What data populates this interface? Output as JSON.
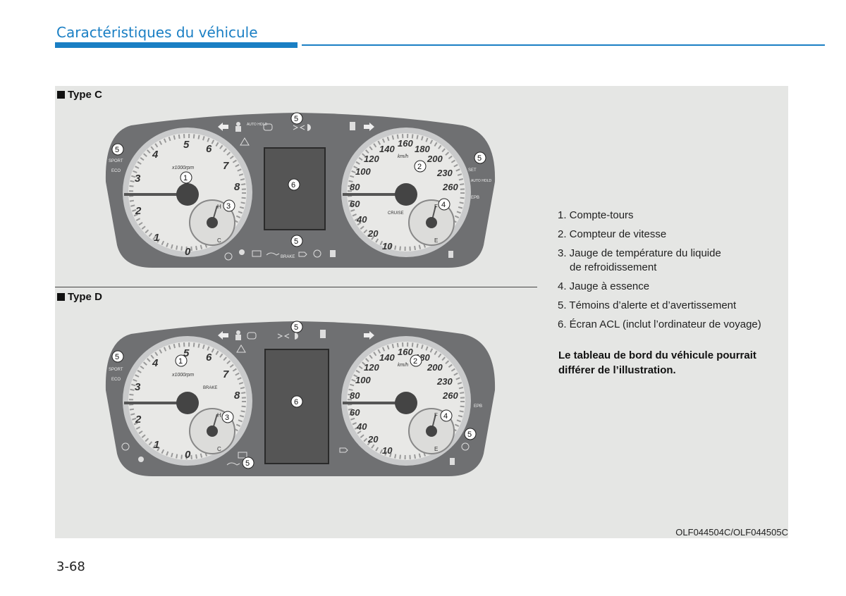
{
  "header": {
    "title": "Caractéristiques du véhicule"
  },
  "figure": {
    "type_c_label": "Type C",
    "type_d_label": "Type D",
    "code": "OLF044504C/OLF044505C",
    "tach_unit": "x1000rpm",
    "tach_numbers": [
      "0",
      "1",
      "2",
      "3",
      "4",
      "5",
      "6",
      "7",
      "8"
    ],
    "speed_unit": "km/h",
    "speed_numbers": [
      "10",
      "20",
      "40",
      "60",
      "80",
      "100",
      "120",
      "140",
      "160",
      "180",
      "200",
      "230",
      "260"
    ],
    "callouts": {
      "c1": "1",
      "c2": "2",
      "c3": "3",
      "c4": "4",
      "c5": "5",
      "c6": "6"
    },
    "indicator_labels": {
      "auto_hold": "AUTO HOLD",
      "sport": "SPORT",
      "eco": "ECO",
      "cruise": "CRUISE",
      "set": "SET",
      "epb": "EPB",
      "brake": "BRAKE",
      "temp_h": "H",
      "temp_c": "C",
      "fuel_f": "F",
      "fuel_e": "E"
    },
    "icons": [
      "arrow-left-icon",
      "seatbelt-icon",
      "headlight-icon",
      "fog-light-icon",
      "warning-triangle-icon",
      "arrow-right-icon",
      "esc-icon",
      "battery-icon",
      "oil-icon",
      "airbag-icon",
      "fuel-pump-icon"
    ]
  },
  "legend": {
    "items": [
      "1. Compte-tours",
      "2. Compteur de vitesse",
      "3. Jauge de température du liquide",
      "4. Jauge à essence",
      "5. Témoins d’alerte et d’avertissement",
      "6. Écran ACL (inclut l’ordinateur de voyage)"
    ],
    "item3_cont": "de refroidissement"
  },
  "note": "Le tableau de bord du véhicule pourrait différer de l’illustration.",
  "page_number": "3-68",
  "colors": {
    "accent": "#1a7fc4",
    "panel": "#e5e6e4",
    "cluster": "#6f7072"
  }
}
